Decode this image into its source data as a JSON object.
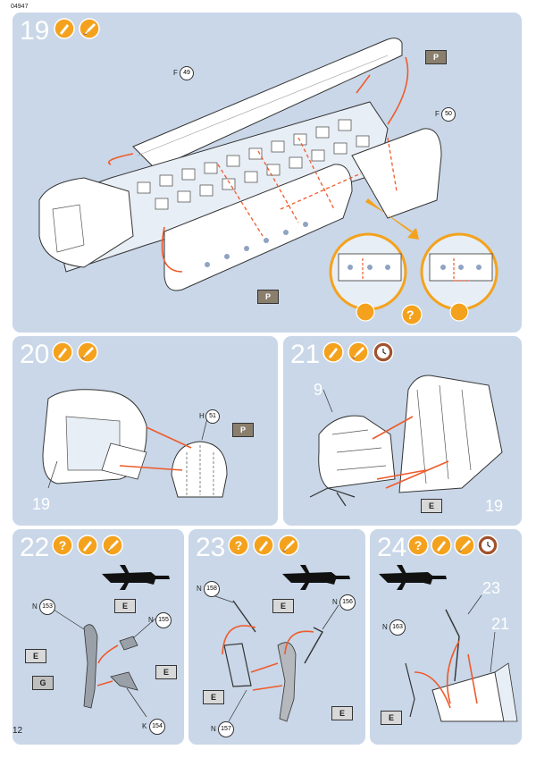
{
  "document": {
    "code": "04947",
    "page_number": "12"
  },
  "steps": [
    {
      "number": "19",
      "icons": [
        "glue-icon",
        "paint-brush-icon"
      ],
      "callouts": [
        {
          "letter": "F",
          "part": "49"
        },
        {
          "letter": "F",
          "part": "50"
        }
      ],
      "flags": [
        "P",
        "P"
      ],
      "hint_symbol": "?"
    },
    {
      "number": "20",
      "icons": [
        "glue-icon",
        "paint-brush-icon"
      ],
      "callouts": [
        {
          "letter": "H",
          "part": "51"
        }
      ],
      "flags": [
        "P"
      ],
      "ref_labels": [
        "19"
      ]
    },
    {
      "number": "21",
      "icons": [
        "glue-icon",
        "paint-brush-icon",
        "clock-icon"
      ],
      "flags": [
        "E"
      ],
      "ref_labels": [
        "9",
        "19"
      ]
    },
    {
      "number": "22",
      "icons": [
        "hint-icon",
        "glue-icon",
        "paint-brush-icon"
      ],
      "callouts": [
        {
          "letter": "N",
          "part": "153"
        },
        {
          "letter": "N",
          "part": "155"
        },
        {
          "letter": "K",
          "part": "154"
        }
      ],
      "flags": [
        "E",
        "E",
        "G",
        "E"
      ]
    },
    {
      "number": "23",
      "icons": [
        "hint-icon",
        "glue-icon",
        "paint-brush-icon"
      ],
      "callouts": [
        {
          "letter": "N",
          "part": "158"
        },
        {
          "letter": "N",
          "part": "156"
        },
        {
          "letter": "N",
          "part": "157"
        }
      ],
      "flags": [
        "E",
        "E",
        "E"
      ]
    },
    {
      "number": "24",
      "icons": [
        "hint-icon",
        "glue-icon",
        "paint-brush-icon",
        "clock-icon"
      ],
      "callouts": [
        {
          "letter": "N",
          "part": "163"
        }
      ],
      "flags": [
        "E"
      ],
      "ref_labels": [
        "23",
        "21"
      ]
    }
  ],
  "colors": {
    "panel": "#c9d7e8",
    "arrow": "#ef5a2a",
    "icon": "#f4a21d",
    "paint": "#2a3f8f"
  }
}
